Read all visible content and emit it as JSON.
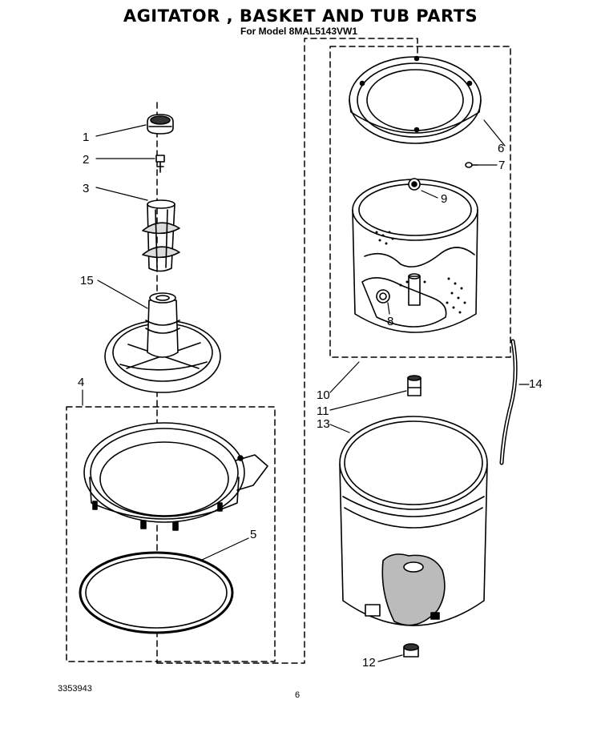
{
  "title": "AGITATOR , BASKET AND TUB PARTS",
  "subtitle": "For Model 8MAL5143VW1",
  "footer_code": "3353943",
  "page_number": "6",
  "callouts": [
    "1",
    "2",
    "3",
    "15",
    "4",
    "5",
    "6",
    "7",
    "9",
    "8",
    "10",
    "11",
    "13",
    "14",
    "12"
  ]
}
